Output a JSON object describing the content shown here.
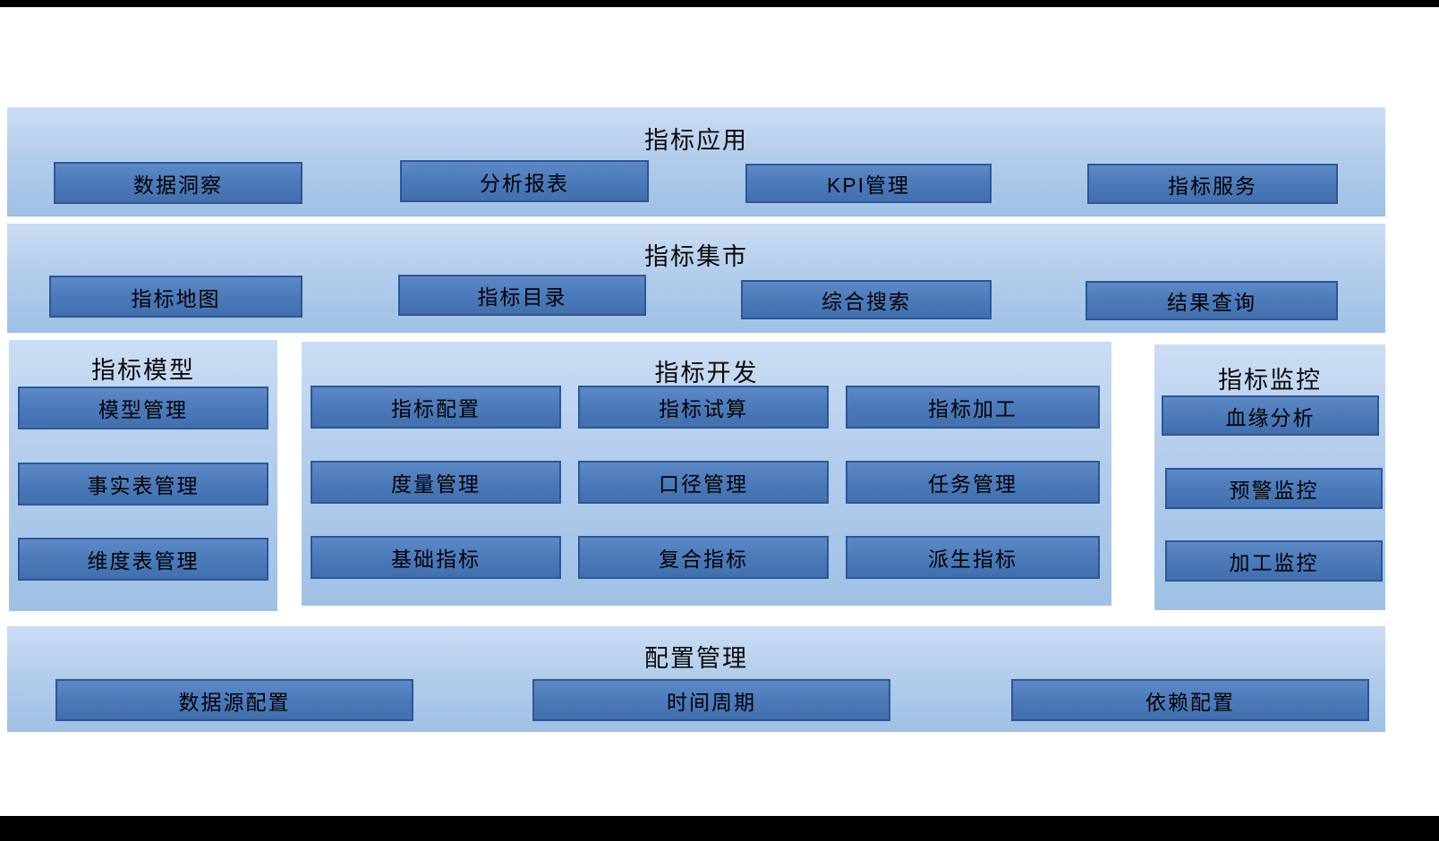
{
  "colors": {
    "panel_top": "#cbddf4",
    "panel_bottom": "#9fc0e5",
    "button_fill": "#4a79b9",
    "button_border": "#2b5796",
    "text": "#000000",
    "frame_bar": "#000000"
  },
  "sections": {
    "app": {
      "title": "指标应用",
      "items": [
        "数据洞察",
        "分析报表",
        "KPI管理",
        "指标服务"
      ]
    },
    "mart": {
      "title": "指标集市",
      "items": [
        "指标地图",
        "指标目录",
        "综合搜索",
        "结果查询"
      ]
    },
    "model": {
      "title": "指标模型",
      "items": [
        "模型管理",
        "事实表管理",
        "维度表管理"
      ]
    },
    "dev": {
      "title": "指标开发",
      "items": [
        "指标配置",
        "指标试算",
        "指标加工",
        "度量管理",
        "口径管理",
        "任务管理",
        "基础指标",
        "复合指标",
        "派生指标"
      ]
    },
    "monitor": {
      "title": "指标监控",
      "items": [
        "血缘分析",
        "预警监控",
        "加工监控"
      ]
    },
    "config": {
      "title": "配置管理",
      "items": [
        "数据源配置",
        "时间周期",
        "依赖配置"
      ]
    }
  }
}
